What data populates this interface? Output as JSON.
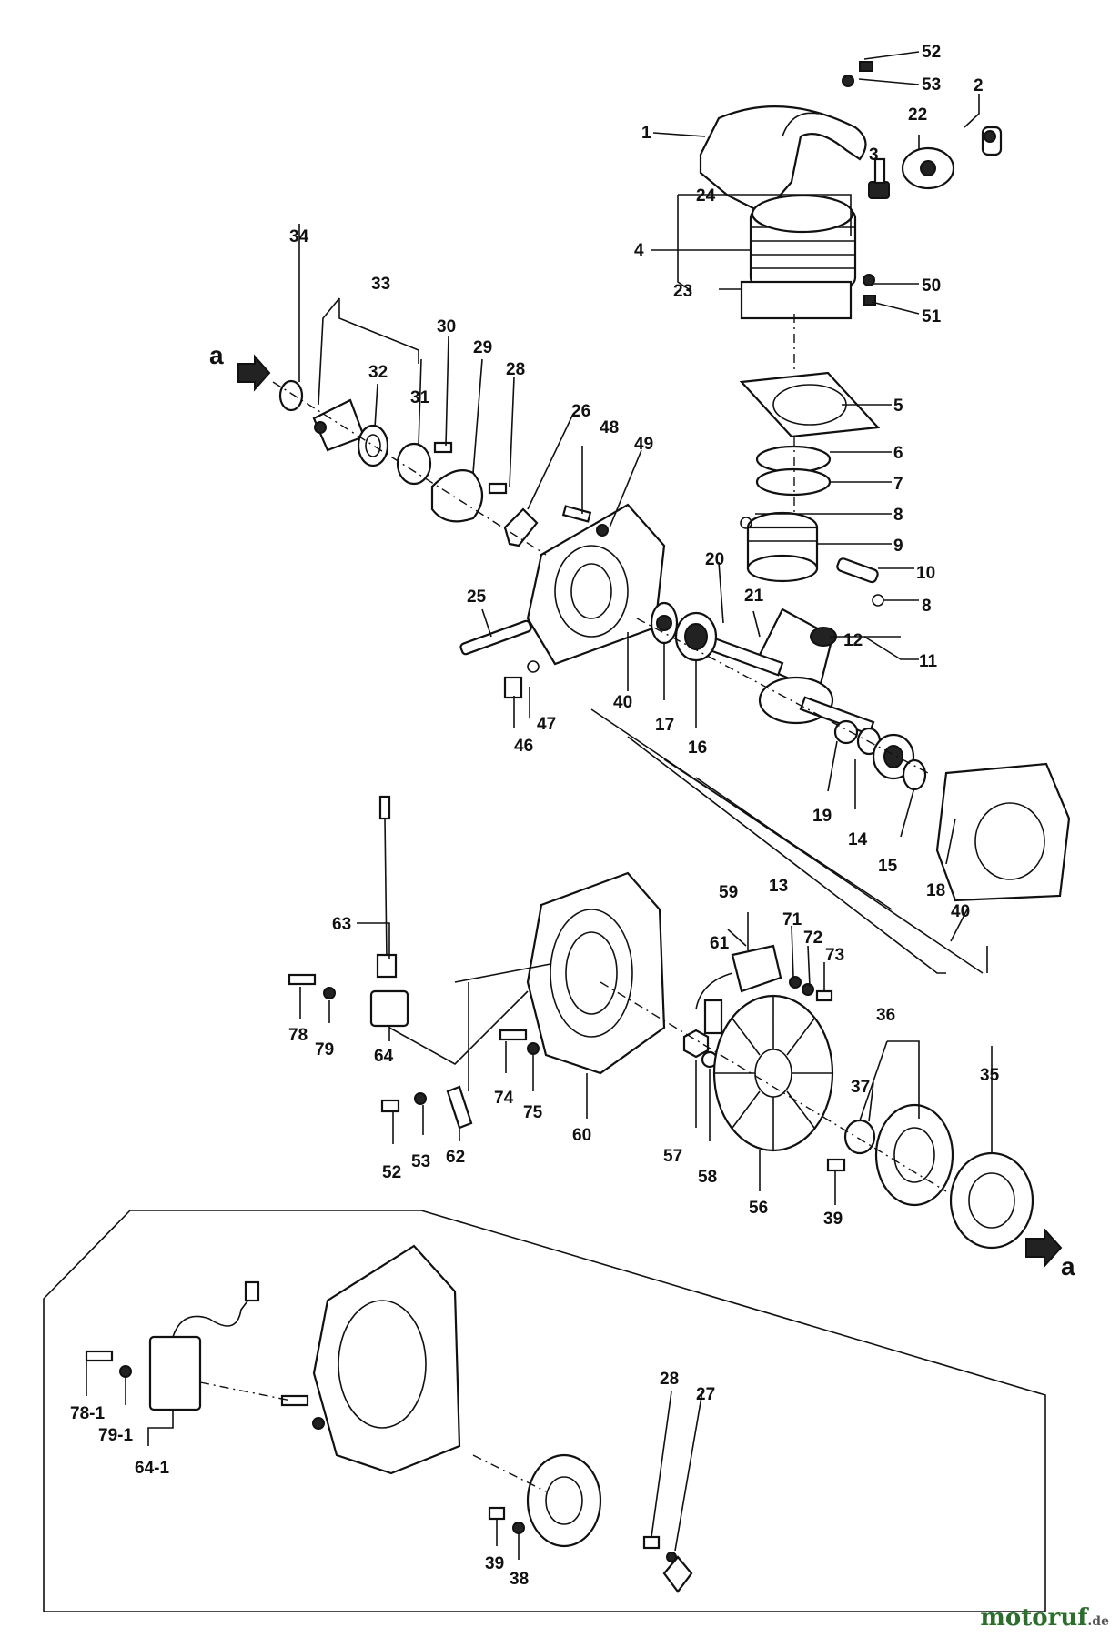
{
  "labels": {
    "l1": "1",
    "l2": "2",
    "l3": "3",
    "l4": "4",
    "l5": "5",
    "l6": "6",
    "l7": "7",
    "l8": "8",
    "l9": "9",
    "l10": "10",
    "l11": "11",
    "l12": "12",
    "l13": "13",
    "l14": "14",
    "l15": "15",
    "l16": "16",
    "l17": "17",
    "l18": "18",
    "l19": "19",
    "l20": "20",
    "l21": "21",
    "l22": "22",
    "l23": "23",
    "l24": "24",
    "l25": "25",
    "l26": "26",
    "l27": "27",
    "l28": "28",
    "l29": "29",
    "l30": "30",
    "l31": "31",
    "l32": "32",
    "l33": "33",
    "l34": "34",
    "l35": "35",
    "l36": "36",
    "l37": "37",
    "l38": "38",
    "l39": "39",
    "l40": "40",
    "l46": "46",
    "l47": "47",
    "l48": "48",
    "l49": "49",
    "l50": "50",
    "l51": "51",
    "l52": "52",
    "l53": "53",
    "l56": "56",
    "l57": "57",
    "l58": "58",
    "l59": "59",
    "l60": "60",
    "l61": "61",
    "l62": "62",
    "l63": "63",
    "l64": "64",
    "l64_1": "64-1",
    "l71": "71",
    "l72": "72",
    "l73": "73",
    "l74": "74",
    "l75": "75",
    "l78": "78",
    "l78_1": "78-1",
    "l79": "79",
    "l79_1": "79-1",
    "arrow_a": "a"
  },
  "watermark": {
    "name": "motoruf",
    "tld": ".de",
    "color": "#2c6e2c"
  }
}
